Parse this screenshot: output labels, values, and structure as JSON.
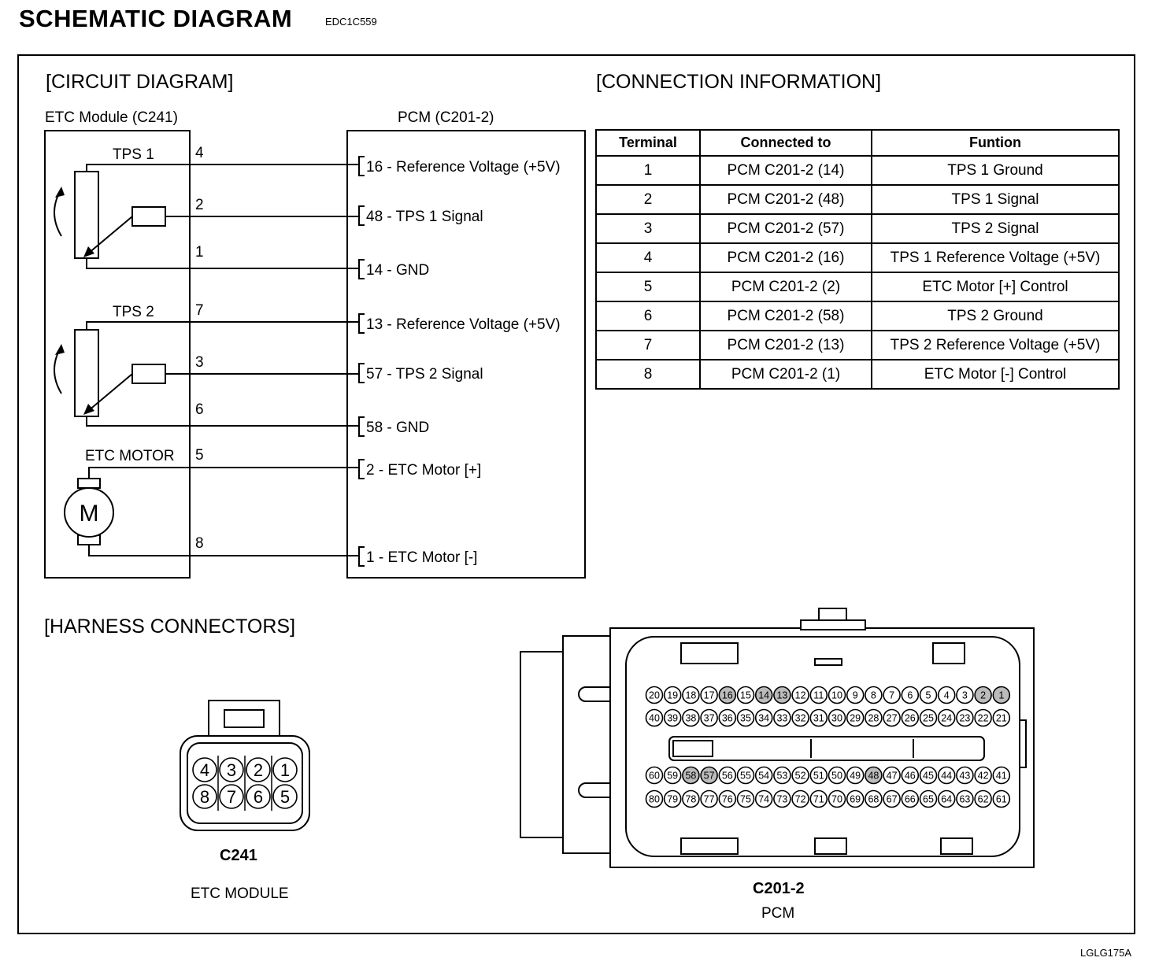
{
  "header": {
    "title": "SCHEMATIC DIAGRAM",
    "code": "EDC1C559"
  },
  "footer": {
    "code": "LGLG175A"
  },
  "circuit": {
    "section_title": "[CIRCUIT DIAGRAM]",
    "module_label": "ETC Module (C241)",
    "pcm_label": "PCM (C201-2)",
    "tps1_label": "TPS 1",
    "tps2_label": "TPS 2",
    "motor_label": "ETC MOTOR",
    "motor_symbol": "M",
    "terminals": [
      "4",
      "2",
      "1",
      "7",
      "3",
      "6",
      "5",
      "8"
    ],
    "pcm_pins": [
      "16 - Reference Voltage (+5V)",
      "48 - TPS 1 Signal",
      "14 - GND",
      "13 - Reference Voltage (+5V)",
      "57 - TPS 2 Signal",
      "58 - GND",
      "2 - ETC Motor [+]",
      "1 - ETC Motor [-]"
    ]
  },
  "connection": {
    "section_title": "[CONNECTION INFORMATION]",
    "columns": [
      "Terminal",
      "Connected to",
      "Funtion"
    ],
    "rows": [
      [
        "1",
        "PCM C201-2  (14)",
        "TPS 1 Ground"
      ],
      [
        "2",
        "PCM C201-2  (48)",
        "TPS 1 Signal"
      ],
      [
        "3",
        "PCM C201-2  (57)",
        "TPS 2 Signal"
      ],
      [
        "4",
        "PCM C201-2  (16)",
        "TPS 1 Reference Voltage (+5V)"
      ],
      [
        "5",
        "PCM C201-2 (2)",
        "ETC Motor [+] Control"
      ],
      [
        "6",
        "PCM C201-2  (58)",
        "TPS 2 Ground"
      ],
      [
        "7",
        "PCM C201-2 (13)",
        "TPS 2 Reference Voltage (+5V)"
      ],
      [
        "8",
        "PCM C201-2 (1)",
        "ETC Motor [-] Control"
      ]
    ]
  },
  "harness": {
    "section_title": "[HARNESS CONNECTORS]",
    "c241": {
      "name": "C241",
      "description": "ETC MODULE",
      "top_row": [
        "4",
        "3",
        "2",
        "1"
      ],
      "bottom_row": [
        "8",
        "7",
        "6",
        "5"
      ]
    },
    "c201": {
      "name": "C201-2",
      "description": "PCM",
      "row1": [
        "20",
        "19",
        "18",
        "17",
        "16",
        "15",
        "14",
        "13",
        "12",
        "11",
        "10",
        "9",
        "8",
        "7",
        "6",
        "5",
        "4",
        "3",
        "2",
        "1"
      ],
      "row2": [
        "40",
        "39",
        "38",
        "37",
        "36",
        "35",
        "34",
        "33",
        "32",
        "31",
        "30",
        "29",
        "28",
        "27",
        "26",
        "25",
        "24",
        "23",
        "22",
        "21"
      ],
      "row3": [
        "60",
        "59",
        "58",
        "57",
        "56",
        "55",
        "54",
        "53",
        "52",
        "51",
        "50",
        "49",
        "48",
        "47",
        "46",
        "45",
        "44",
        "43",
        "42",
        "41"
      ],
      "row4": [
        "80",
        "79",
        "78",
        "77",
        "76",
        "75",
        "74",
        "73",
        "72",
        "71",
        "70",
        "69",
        "68",
        "67",
        "66",
        "65",
        "64",
        "63",
        "62",
        "61"
      ],
      "used_pins": [
        "16",
        "14",
        "13",
        "2",
        "1",
        "58",
        "57",
        "48"
      ]
    }
  }
}
